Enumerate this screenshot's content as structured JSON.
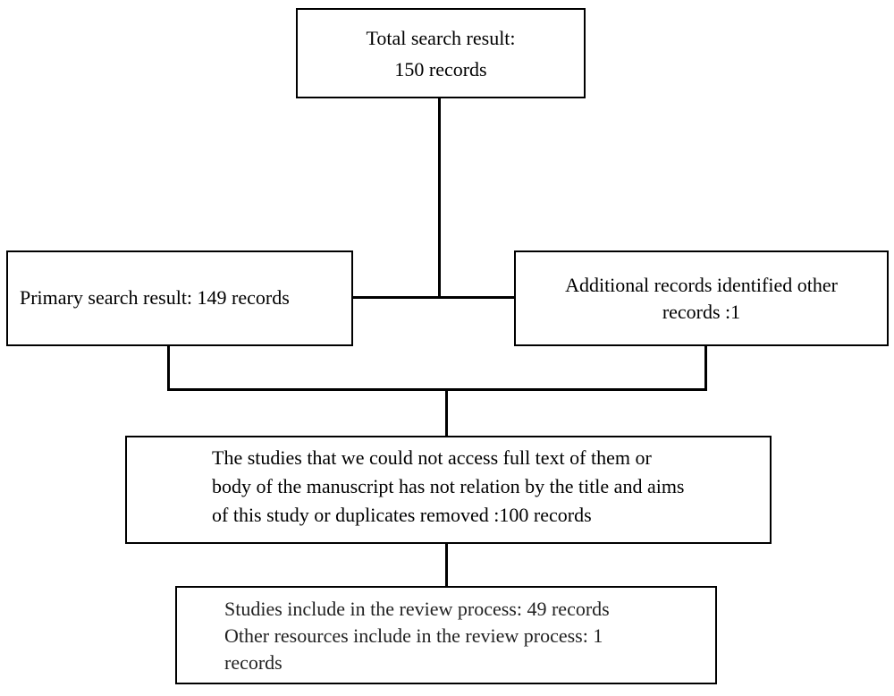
{
  "flowchart": {
    "total": {
      "line1": "Total search result:",
      "line2": "150 records"
    },
    "primary": {
      "text": "Primary search result: 149 records"
    },
    "additional": {
      "line1": "Additional records identified other",
      "line2": "records :1"
    },
    "excluded": {
      "line1": "The studies that we could not access full text of them or",
      "line2": "body of the manuscript has not relation by the title and aims",
      "line3": "of this study or duplicates removed :100 records"
    },
    "included": {
      "line1": "Studies include in the review process: 49 records",
      "line2": "Other resources include in the review process: 1",
      "line3": "records"
    }
  }
}
